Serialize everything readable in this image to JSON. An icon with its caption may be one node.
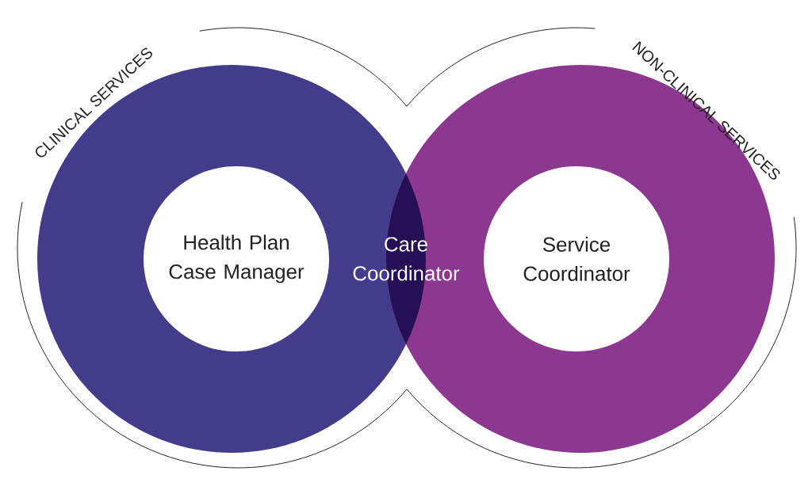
{
  "diagram": {
    "nodes": [
      {
        "text": [
          "Health Plan Case Manager"
        ]
      },
      {
        "text": [
          "Care Coordinator"
        ]
      },
      {
        "text": [
          "Service Coordinator"
        ]
      }
    ],
    "labels": [
      "CLINICAL SERVICES",
      "NON-CLINICAL SERVICES"
    ]
  }
}
